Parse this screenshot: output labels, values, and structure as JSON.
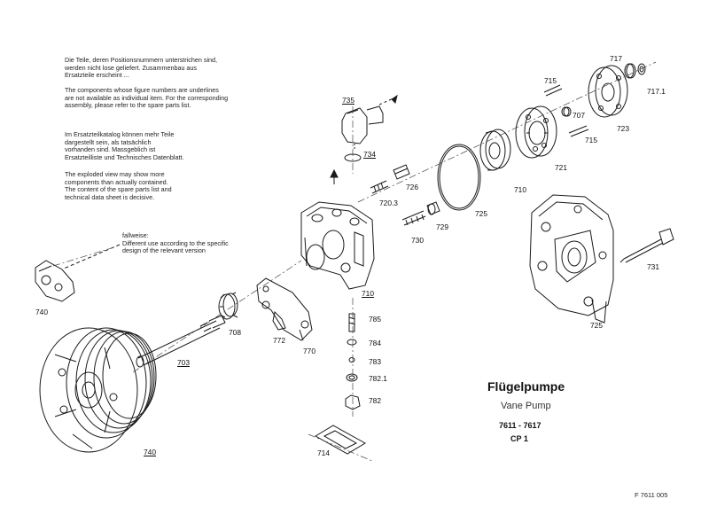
{
  "notes": {
    "de_1": "Die Teile, deren Positionsnummern unterstrichen sind,\nwerden nicht lose geliefert. Zusammenbau aus\nErsatzteile erscheint ...",
    "en_1": "The components whose figure numbers are underlines\nare not available as individual item. For the corresponding\nassembly, please refer to the spare parts list.",
    "de_2": "Im Ersatzteilkatalog können mehr Teile\ndargestellt sein, als tatsächlich\nvorhanden sind. Massgeblich ist\nErsatzteilliste und Technisches Datenblatt.",
    "en_2": "The exploded view may show more\ncomponents than actually contained.\nThe content of the spare parts list and\ntechnical data sheet is decisive.",
    "callout": "fallweise:\nDifferent use according to the specific\ndesign of the relevant version"
  },
  "labels": {
    "l735": "735",
    "l734": "734",
    "l726": "726",
    "l7203": "720.3",
    "l725a": "725",
    "l729": "729",
    "l730": "730",
    "l710a": "710",
    "l710b": "710",
    "l715a": "715",
    "l707": "707",
    "l715b": "715",
    "l721": "721",
    "l717": "717",
    "l7171": "717.1",
    "l723": "723",
    "l725b": "725",
    "l731": "731",
    "l740a": "740",
    "l740b": "740",
    "l708": "708",
    "l703": "703",
    "l772": "772",
    "l770": "770",
    "l785": "785",
    "l784": "784",
    "l783": "783",
    "l7821": "782.1",
    "l782": "782",
    "l714": "714"
  },
  "title_block": {
    "title": "Flügelpumpe",
    "subtitle": "Vane Pump",
    "model": "7611 - 7617",
    "variant": "CP 1",
    "doc_id": "F 7611 005"
  }
}
